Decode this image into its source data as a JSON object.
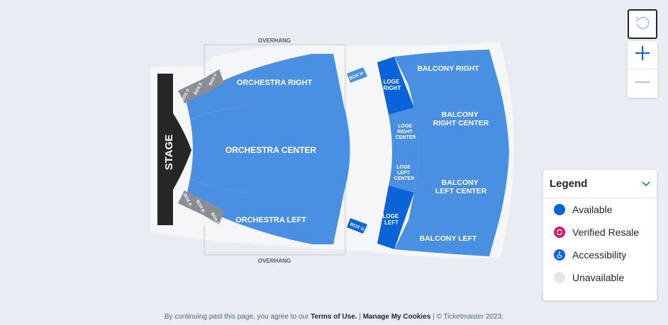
{
  "venue": {
    "stage": "STAGE",
    "overhang_top": "OVERHANG",
    "overhang_bottom": "OVERHANG",
    "sections": {
      "orchestra_right": "ORCHESTRA RIGHT",
      "orchestra_center": "ORCHESTRA CENTER",
      "orchestra_left": "ORCHESTRA LEFT",
      "box_d": "BOX D",
      "box_e": "BOX E",
      "box_f": "BOX F",
      "box_a": "BOX A",
      "box_b": "BOX B",
      "box_c": "BOX C",
      "box_h": "BOX H",
      "box_g": "BOX G",
      "loge_right": [
        "LOGE",
        "RIGHT"
      ],
      "loge_right_center": [
        "LOGE",
        "RIGHT",
        "CENTER"
      ],
      "loge_left_center": [
        "LOGE",
        "LEFT",
        "CENTER"
      ],
      "loge_left": [
        "LOGE",
        "LEFT"
      ],
      "balcony_right": "BALCONY RIGHT",
      "balcony_right_center": [
        "BALCONY",
        "RIGHT CENTER"
      ],
      "balcony_left_center": [
        "BALCONY",
        "LEFT CENTER"
      ],
      "balcony_left": "BALCONY LEFT"
    }
  },
  "colors": {
    "available": "#4a90e2",
    "available_dark": "#0a63d8",
    "unavailable_box": "#8a8d93",
    "venue_bg": "#f5f6f8",
    "stage": "#262626",
    "resale": "#d1186f"
  },
  "controls": {
    "reset_icon": "reset-icon",
    "zoom_in_icon": "plus-icon",
    "zoom_out_icon": "minus-icon"
  },
  "legend": {
    "title": "Legend",
    "items": [
      {
        "label": "Available",
        "icon": "available-dot"
      },
      {
        "label": "Verified Resale",
        "icon": "resale-icon"
      },
      {
        "label": "Accessibility",
        "icon": "accessibility-icon"
      },
      {
        "label": "Unavailable",
        "icon": "unavailable-dot"
      }
    ]
  },
  "footer": {
    "prefix": "By continuing past this page, you agree to our ",
    "terms": "Terms of Use.",
    "sep1": " | ",
    "cookies": "Manage My Cookies",
    "suffix": " | © Ticketmaster 2023."
  }
}
